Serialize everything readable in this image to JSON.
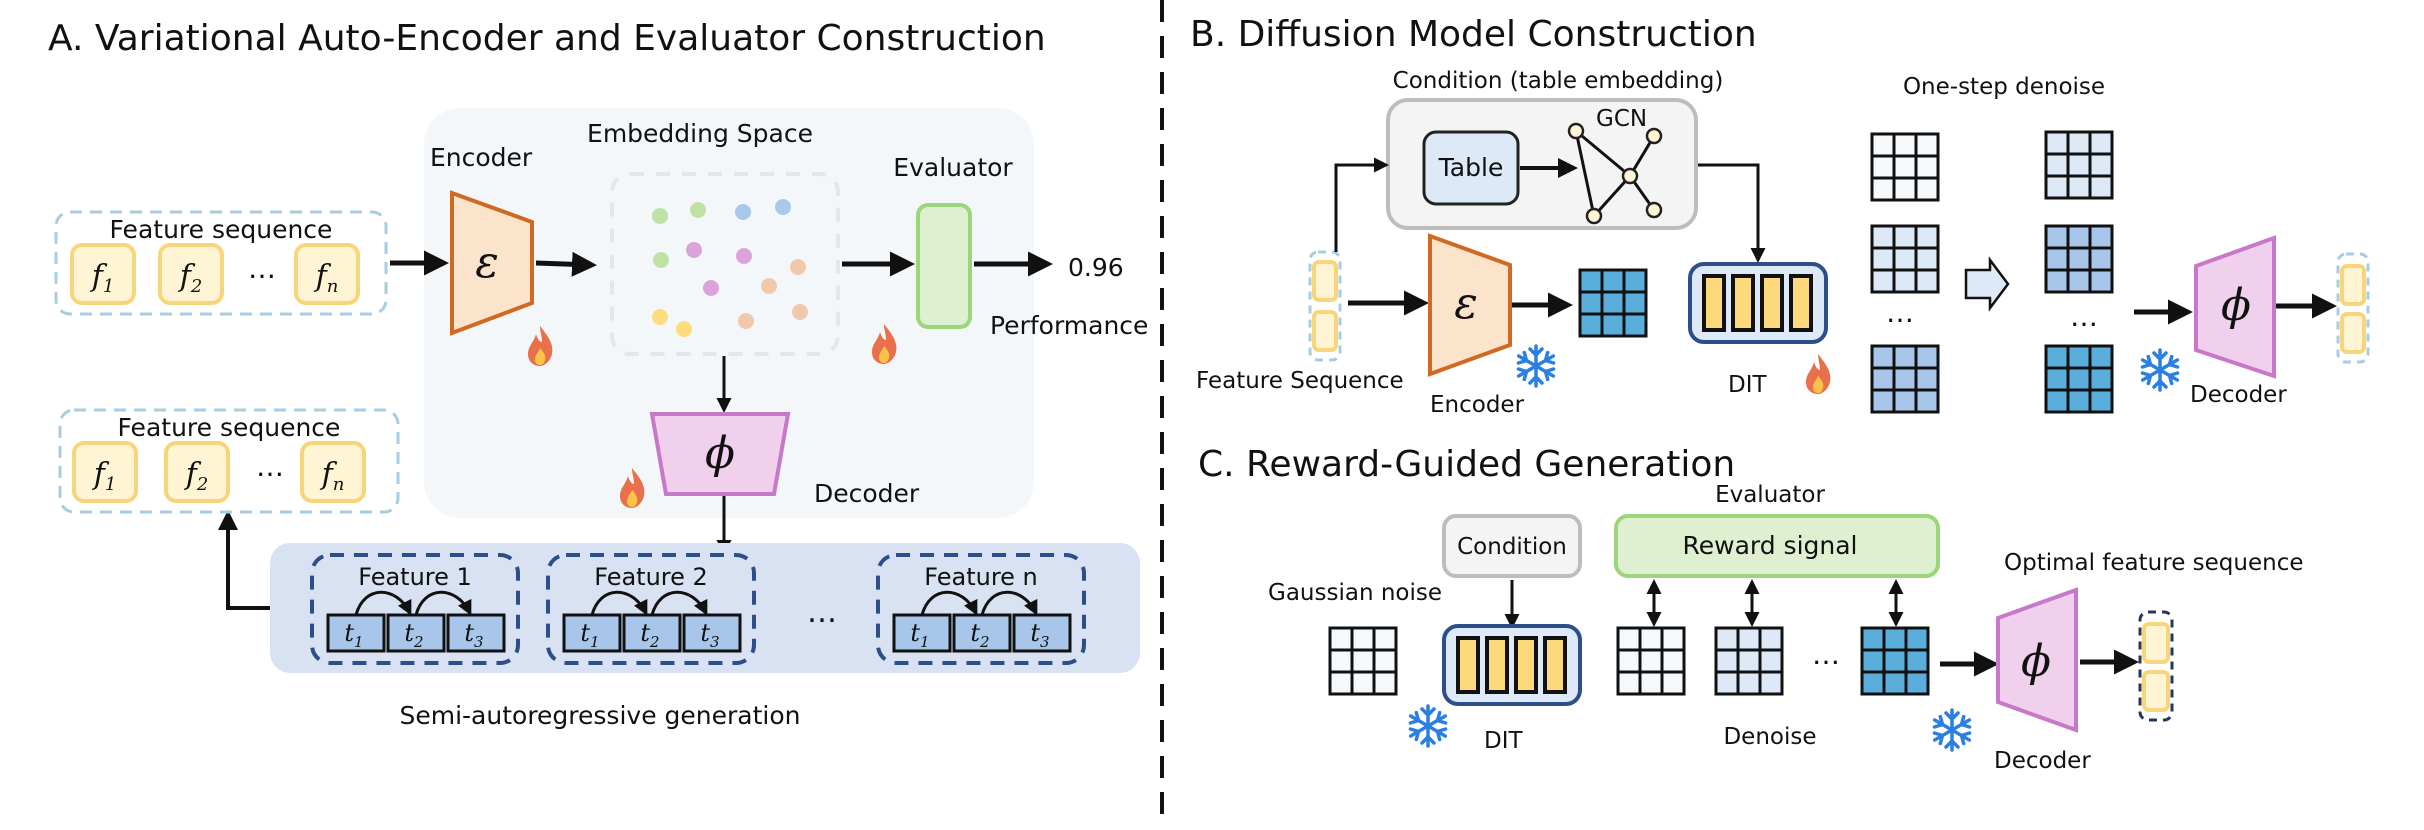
{
  "panelA": {
    "title": "A. Variational Auto-Encoder and Evaluator Construction",
    "input_seq_label": "Feature sequence",
    "input_items": [
      "f1",
      "f2",
      "…",
      "fn"
    ],
    "encoder_label": "Encoder",
    "encoder_symbol": "ε",
    "embedding_label": "Embedding Space",
    "evaluator_label": "Evaluator",
    "score": "0.96",
    "performance_label": "Performance",
    "decoder_label": "Decoder",
    "decoder_symbol": "ϕ",
    "output_seq_label": "Feature sequence",
    "output_items": [
      "f1",
      "f2",
      "…",
      "fn"
    ],
    "features": [
      {
        "label": "Feature 1",
        "tokens": [
          "t1",
          "t2",
          "t3"
        ]
      },
      {
        "label": "Feature 2",
        "tokens": [
          "t1",
          "t2",
          "t3"
        ]
      },
      {
        "label": "Feature n",
        "tokens": [
          "t1",
          "t2",
          "t3"
        ]
      }
    ],
    "features_ellipsis": "…",
    "generation_label": "Semi-autoregressive generation",
    "dot_colors": {
      "green": "#bfe2a4",
      "blue": "#a9c8ec",
      "purple": "#dba3d9",
      "orange": "#f0c8ac",
      "yellow": "#fcdc7c"
    }
  },
  "panelB": {
    "title": "B. Diffusion Model Construction",
    "condition_label": "Condition (table embedding)",
    "table_label": "Table",
    "gcn_label": "GCN",
    "input_label": "Feature Sequence",
    "encoder_label": "Encoder",
    "encoder_symbol": "ε",
    "dit_label": "DIT",
    "denoise_label": "One-step denoise",
    "ellipsis": "…",
    "decoder_label": "Decoder",
    "decoder_symbol": "ϕ"
  },
  "panelC": {
    "title": "C. Reward-Guided Generation",
    "evaluator_label": "Evaluator",
    "condition_label": "Condition",
    "reward_label": "Reward signal",
    "noise_label": "Gaussian noise",
    "dit_label": "DIT",
    "denoise_label": "Denoise",
    "ellipsis": "…",
    "decoder_label": "Decoder",
    "decoder_symbol": "ϕ",
    "output_label": "Optimal feature sequence"
  },
  "colors": {
    "yellow_fill": "#fff4d4",
    "yellow_stroke": "#f7d57a",
    "encoder_fill": "#fce4cc",
    "encoder_stroke": "#d06a22",
    "decoder_fill": "#f0d0ec",
    "decoder_stroke": "#c878c8",
    "evaluator_fill": "#dff0d0",
    "evaluator_stroke": "#9bd67a",
    "grid_1": "#f5f9fb",
    "grid_2": "#dde9f6",
    "grid_3": "#a8c6ea",
    "grid_4": "#5aaedc",
    "feature_band": "#d9e2f2",
    "feature_dash": "#2c4f8a",
    "token_fill": "#a8c6ea",
    "panel_bg": "#f4f7f9",
    "dit_fill": "#dde9f6",
    "dit_stroke": "#2c4f8a",
    "dit_bar": "#fdd97c",
    "cond_fill": "#f4f4f4",
    "cond_stroke": "#bdbdbd",
    "fire": "#e8704a",
    "snow": "#2b7fe0"
  }
}
